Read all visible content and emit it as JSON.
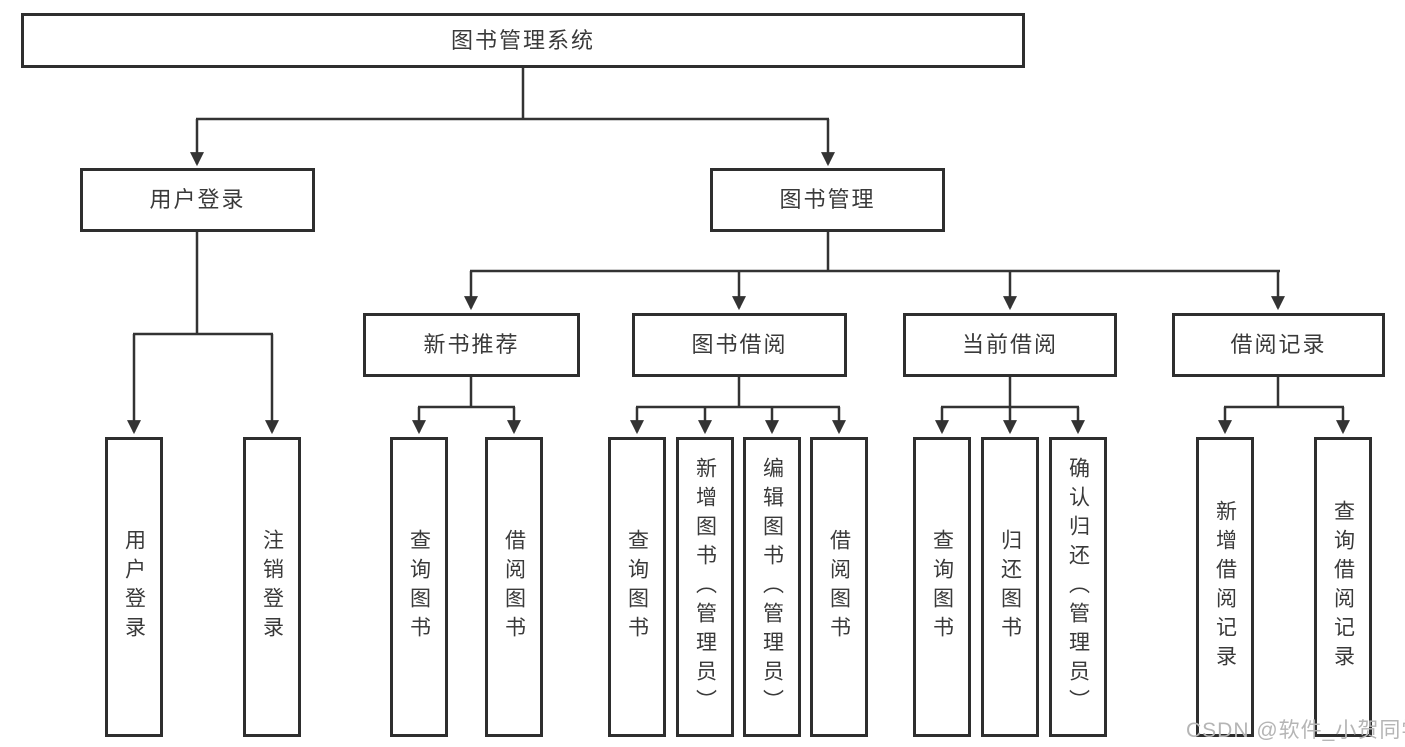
{
  "diagram": {
    "type": "tree-flowchart",
    "root": {
      "label": "图书管理系统",
      "children": [
        {
          "label": "用户登录",
          "children": [
            {
              "label": "用户登录"
            },
            {
              "label": "注销登录"
            }
          ]
        },
        {
          "label": "图书管理",
          "children": [
            {
              "label": "新书推荐",
              "children": [
                {
                  "label": "查询图书"
                },
                {
                  "label": "借阅图书"
                }
              ]
            },
            {
              "label": "图书借阅",
              "children": [
                {
                  "label": "查询图书"
                },
                {
                  "label": "新增图书（管理员）"
                },
                {
                  "label": "编辑图书（管理员）"
                },
                {
                  "label": "借阅图书"
                }
              ]
            },
            {
              "label": "当前借阅",
              "children": [
                {
                  "label": "查询图书"
                },
                {
                  "label": "归还图书"
                },
                {
                  "label": "确认归还（管理员）"
                }
              ]
            },
            {
              "label": "借阅记录",
              "children": [
                {
                  "label": "新增借阅记录"
                },
                {
                  "label": "查询借阅记录"
                }
              ]
            }
          ]
        }
      ]
    },
    "colors": {
      "line": "#333333",
      "box_border": "#2e2e2e",
      "text": "#3a3a3a",
      "background": "#ffffff",
      "watermark": "#b5b5b5"
    }
  },
  "watermark": "CSDN @软件_小贺同学"
}
